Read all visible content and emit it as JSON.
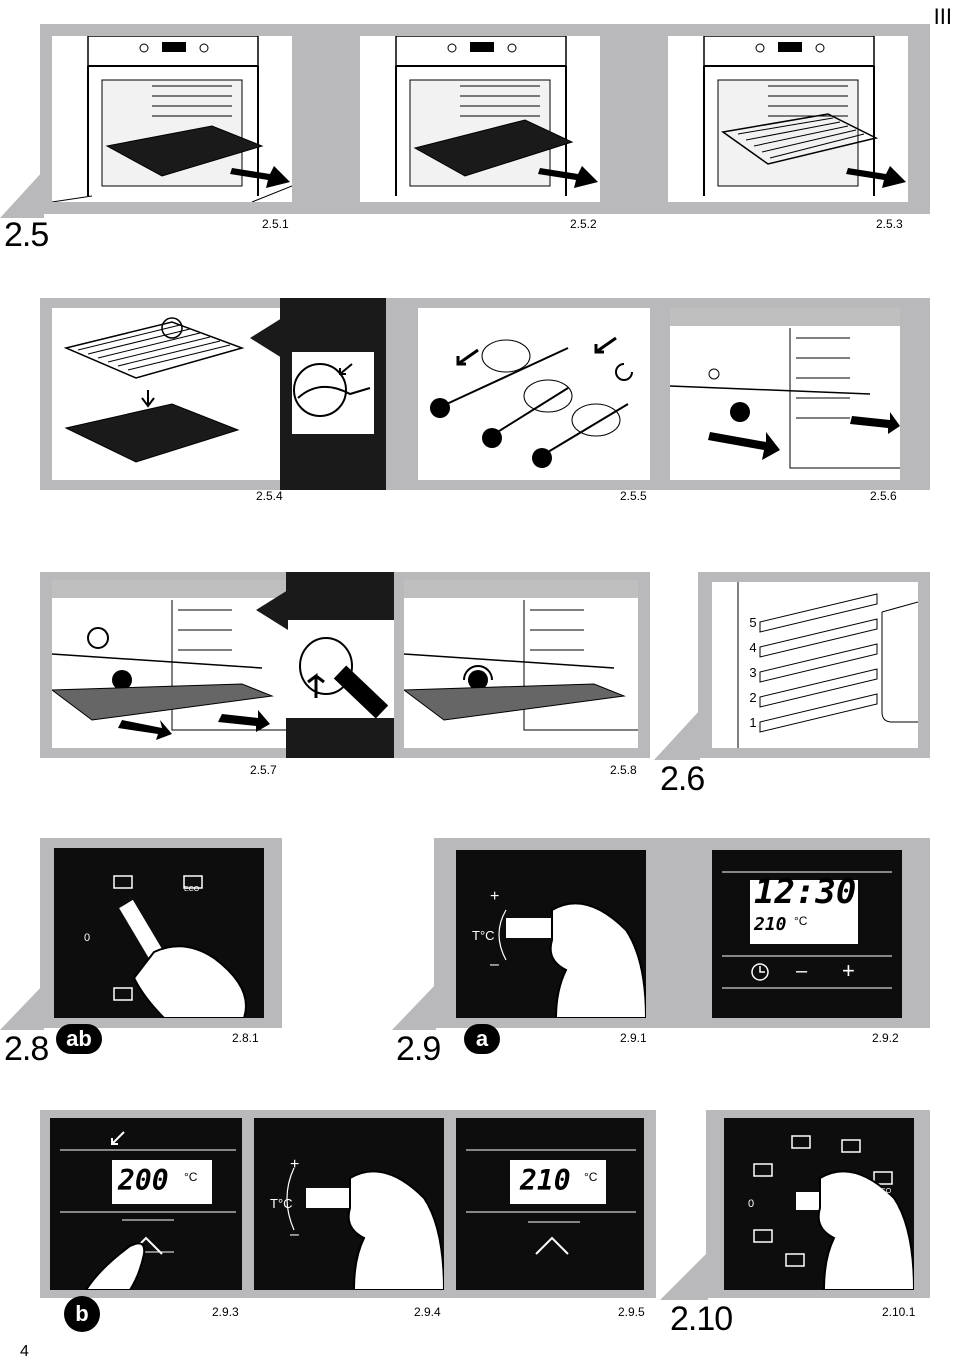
{
  "page": {
    "corner_label": "III",
    "page_number": "4"
  },
  "section_2_5": {
    "number": "2.5",
    "figures": [
      "2.5.1",
      "2.5.2",
      "2.5.3",
      "2.5.4",
      "2.5.5",
      "2.5.6",
      "2.5.7",
      "2.5.8"
    ]
  },
  "section_2_6": {
    "number": "2.6",
    "shelf_levels": [
      "5",
      "4",
      "3",
      "2",
      "1"
    ]
  },
  "section_2_8": {
    "number": "2.8",
    "badge": "ab",
    "figure": "2.8.1",
    "panel": {
      "zero_label": "0",
      "eco_label": "ECO"
    }
  },
  "section_2_9": {
    "number": "2.9",
    "badge_a": "a",
    "badge_b": "b",
    "figures": [
      "2.9.1",
      "2.9.2",
      "2.9.3",
      "2.9.4",
      "2.9.5"
    ],
    "knob_label": "T°C",
    "plus": "+",
    "minus": "–",
    "display_time": "12:30",
    "display_temp_a": "210",
    "display_temp_b": "200",
    "display_temp_c": "210",
    "unit": "°C"
  },
  "section_2_10": {
    "number": "2.10",
    "figure": "2.10.1",
    "panel": {
      "zero_label": "0",
      "eco_label": "ECO"
    }
  },
  "colors": {
    "band": "#b9b9bb",
    "dark_panel": "#0d0d0d",
    "ink": "#000000"
  }
}
